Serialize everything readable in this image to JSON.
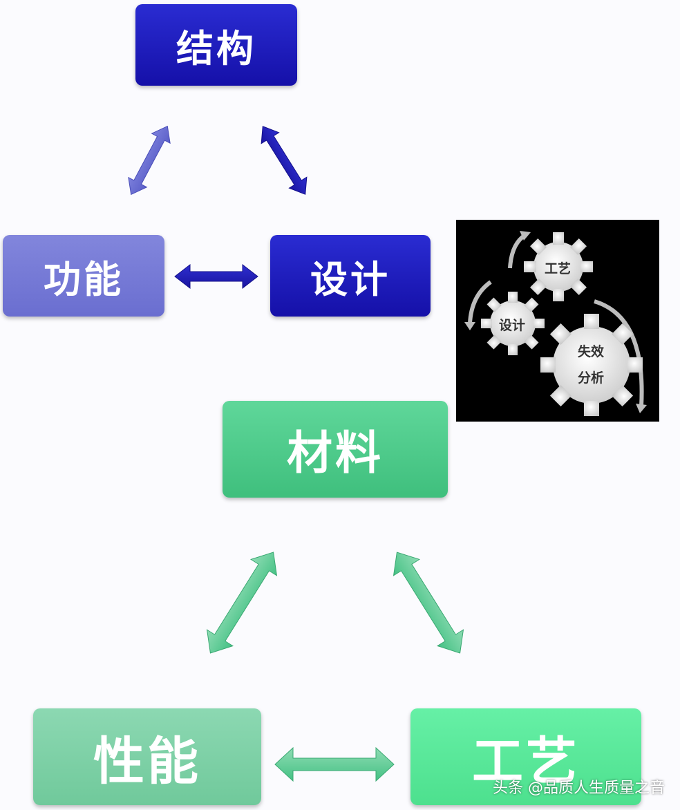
{
  "design_triangle": {
    "top": "结构",
    "left": "功能",
    "right": "设计"
  },
  "material_triangle": {
    "top": "材料",
    "left": "性能",
    "right": "工艺"
  },
  "gear_image": {
    "gear_top": "工艺",
    "gear_left": "设计",
    "gear_big_line1": "失效",
    "gear_big_line2": "分析"
  },
  "watermark": "头条 @品质人生质量之音",
  "colors": {
    "blue_dark": "#1a16b5",
    "blue_light": "#7478d6",
    "green": "#4cc98a"
  }
}
